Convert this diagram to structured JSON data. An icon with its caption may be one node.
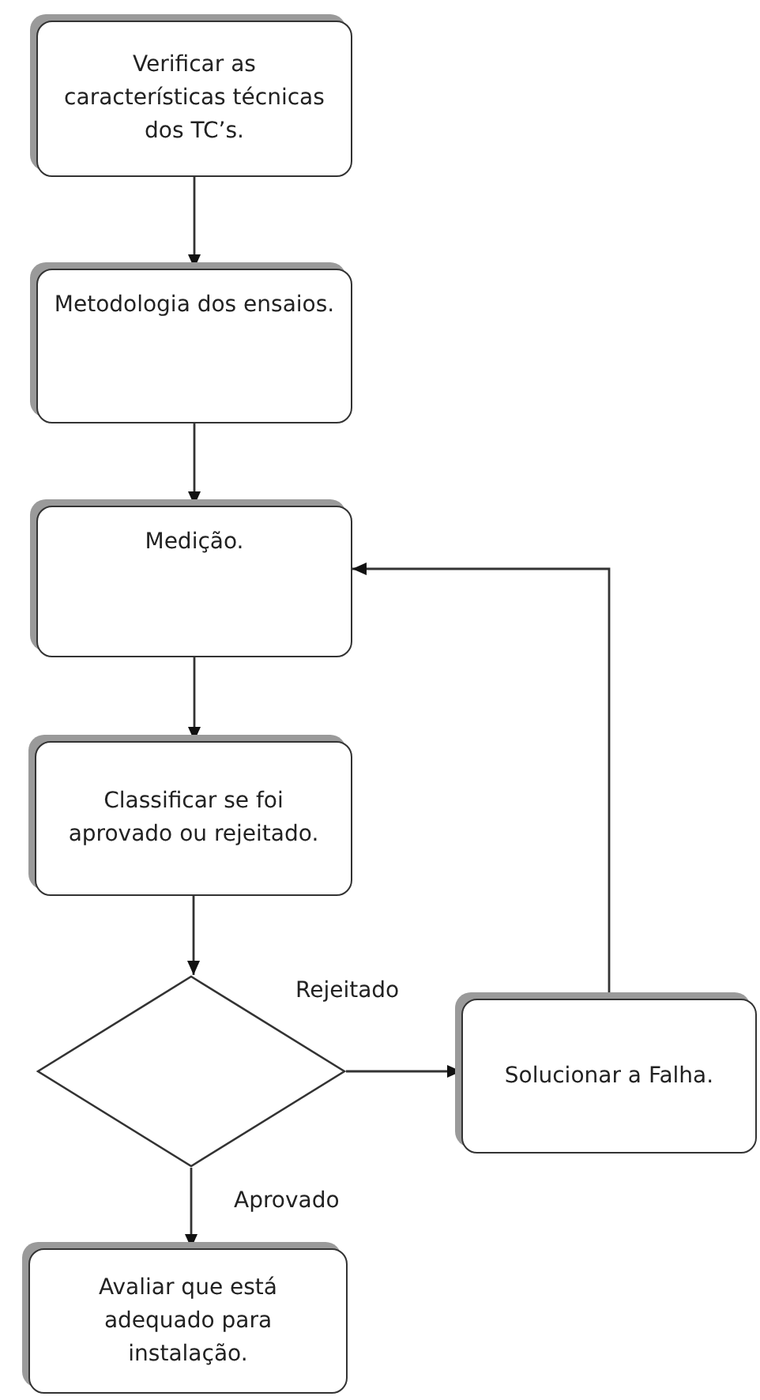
{
  "diagram": {
    "nodes": [
      {
        "text": [
          "Verificar as características técnicas dos TC’s."
        ]
      },
      {
        "text": [
          "Metodologia dos ensaios."
        ]
      },
      {
        "text": [
          "Medição."
        ]
      },
      {
        "text": [
          "Classificar se foi aprovado ou rejeitado."
        ]
      },
      {
        "text": [],
        "shape": "diamond"
      },
      {
        "text": [
          "Solucionar a Falha."
        ]
      },
      {
        "text": [
          "Avaliar que está adequado para instalação."
        ]
      }
    ],
    "edges": [
      {
        "from": 0,
        "to": 1,
        "arrow": "to"
      },
      {
        "from": 1,
        "to": 2,
        "arrow": "to"
      },
      {
        "from": 2,
        "to": 3,
        "arrow": "to"
      },
      {
        "from": 3,
        "to": 4,
        "arrow": "to"
      },
      {
        "from": 4,
        "to": 5,
        "arrow": "to",
        "label": "Rejeitado"
      },
      {
        "from": 5,
        "to": 2,
        "arrow": "to"
      },
      {
        "from": 4,
        "to": 6,
        "arrow": "to",
        "label": "Aprovado"
      }
    ]
  }
}
